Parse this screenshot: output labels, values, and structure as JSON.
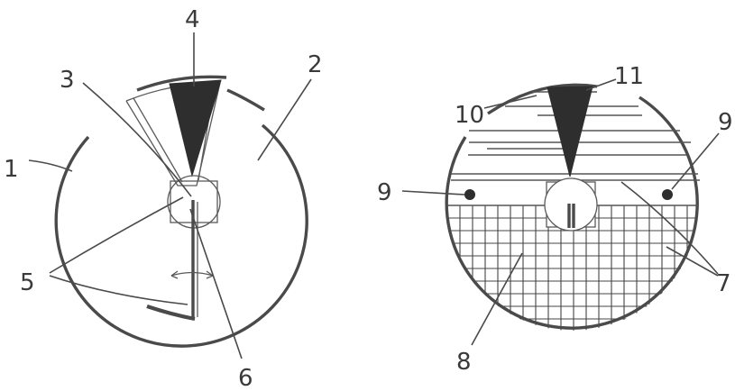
{
  "figure": {
    "left_labels": [
      "1",
      "2",
      "3",
      "4",
      "5",
      "6"
    ],
    "right_labels": [
      "7",
      "8",
      "9",
      "9",
      "10",
      "11",
      "7"
    ],
    "ink_color": "#4a4a4a",
    "fill_color": "#2e2e2e"
  }
}
